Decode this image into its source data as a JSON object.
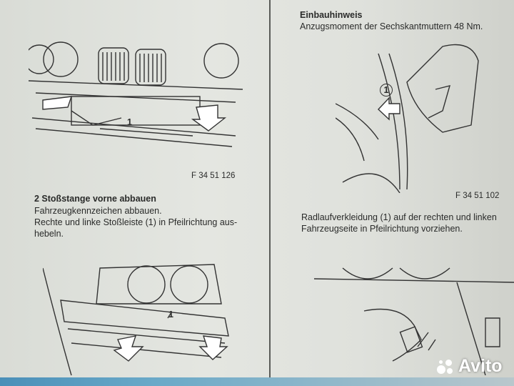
{
  "left_column": {
    "figure1_code": "F 34 51 126",
    "figure1_callout": "1",
    "step_heading": "2 Stoßstange vorne abbauen",
    "step_lines": [
      "Fahrzeugkennzeichen abbauen.",
      "Rechte und linke Stoßleiste (1) in Pfeilrichtung aus-",
      "hebeln."
    ],
    "figure3_callout": "1"
  },
  "right_column": {
    "note_heading": "Einbauhinweis",
    "note_text": "Anzugsmoment der Sechskantmuttern 48 Nm.",
    "figure2_callout": "1",
    "figure2_code": "F 34 51 102",
    "instruction_lines": [
      "Radlaufverkleidung (1) auf der rechten und linken",
      "Fahrzeugseite in Pfeilrichtung vorziehen."
    ]
  },
  "watermark": {
    "text": "Avito"
  }
}
